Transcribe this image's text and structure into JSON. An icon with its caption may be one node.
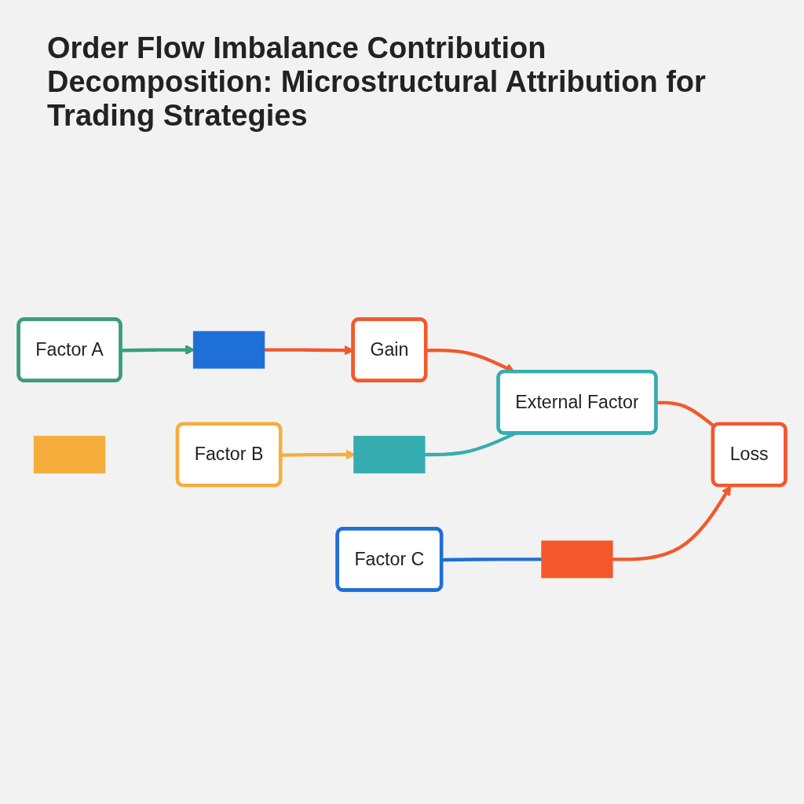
{
  "diagram": {
    "title": "Order Flow Imbalance Contribution Decomposition: Microstructural Attribution for Trading Strategies",
    "nodes": [
      {
        "text": [
          "Factor A"
        ]
      },
      {
        "text": [
          "Factor B"
        ]
      },
      {
        "text": [
          "Factor C"
        ]
      },
      {
        "text": [],
        "shape": "box"
      },
      {
        "text": [],
        "shape": "box"
      },
      {
        "text": [],
        "shape": "box"
      },
      {
        "text": [],
        "shape": "box"
      },
      {
        "text": [
          "Gain"
        ]
      },
      {
        "text": [
          "External Factor"
        ]
      },
      {
        "text": [
          "Loss"
        ]
      }
    ],
    "edges": [
      {
        "from": 0,
        "to": 3,
        "arrow": "to",
        "color": "#3a9e78"
      },
      {
        "from": 1,
        "to": 5,
        "arrow": "to",
        "color": "#f5ae3c"
      },
      {
        "from": 2,
        "to": 6,
        "arrow": "none",
        "color": "#1f6fd8"
      },
      {
        "from": 3,
        "to": 7,
        "arrow": "to"
      },
      {
        "from": 7,
        "to": 8,
        "arrow": "to"
      },
      {
        "from": 5,
        "to": 8,
        "arrow": "none",
        "color": "#36adb0"
      },
      {
        "from": 8,
        "to": 9,
        "arrow": "none"
      },
      {
        "from": 6,
        "to": 9,
        "arrow": "to"
      }
    ]
  }
}
